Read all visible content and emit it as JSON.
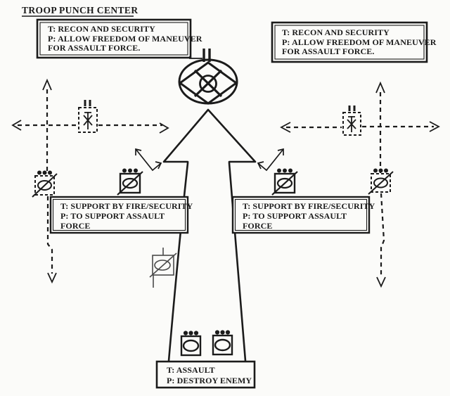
{
  "title": "TROOP PUNCH CENTER",
  "colors": {
    "ink": "#1b1b1b",
    "paper": "#fbfbf9"
  },
  "boxes": {
    "recon_left": {
      "lines": [
        "T: RECON AND SECURITY",
        "P: ALLOW FREEDOM OF MANEUVER",
        "FOR ASSAULT FORCE."
      ]
    },
    "recon_right": {
      "lines": [
        "T: RECON AND SECURITY",
        "P: ALLOW FREEDOM OF MANEUVER",
        "FOR ASSAULT FORCE."
      ]
    },
    "sbf_left": {
      "lines": [
        "T: SUPPORT BY FIRE/SECURITY",
        "P: TO SUPPORT ASSAULT",
        "FORCE"
      ]
    },
    "sbf_right": {
      "lines": [
        "T: SUPPORT BY FIRE/SECURITY",
        "P: TO SUPPORT ASSAULT",
        "FORCE"
      ]
    },
    "assault": {
      "lines": [
        "T: ASSAULT",
        "P: DESTROY ENEMY"
      ]
    }
  },
  "symbols": {
    "center": {
      "name": "recon-troop",
      "echelon": "II"
    },
    "screen_units": {
      "name": "scout-section",
      "echelon": "II",
      "frame": "dashed"
    },
    "sbf_units": {
      "name": "recon-platoon",
      "echelon_dots": 3
    },
    "assault_units": {
      "name": "armor-platoon",
      "echelon_dots": 3
    },
    "graphics": [
      "screen-line-left",
      "screen-line-right",
      "axis-of-advance"
    ]
  }
}
